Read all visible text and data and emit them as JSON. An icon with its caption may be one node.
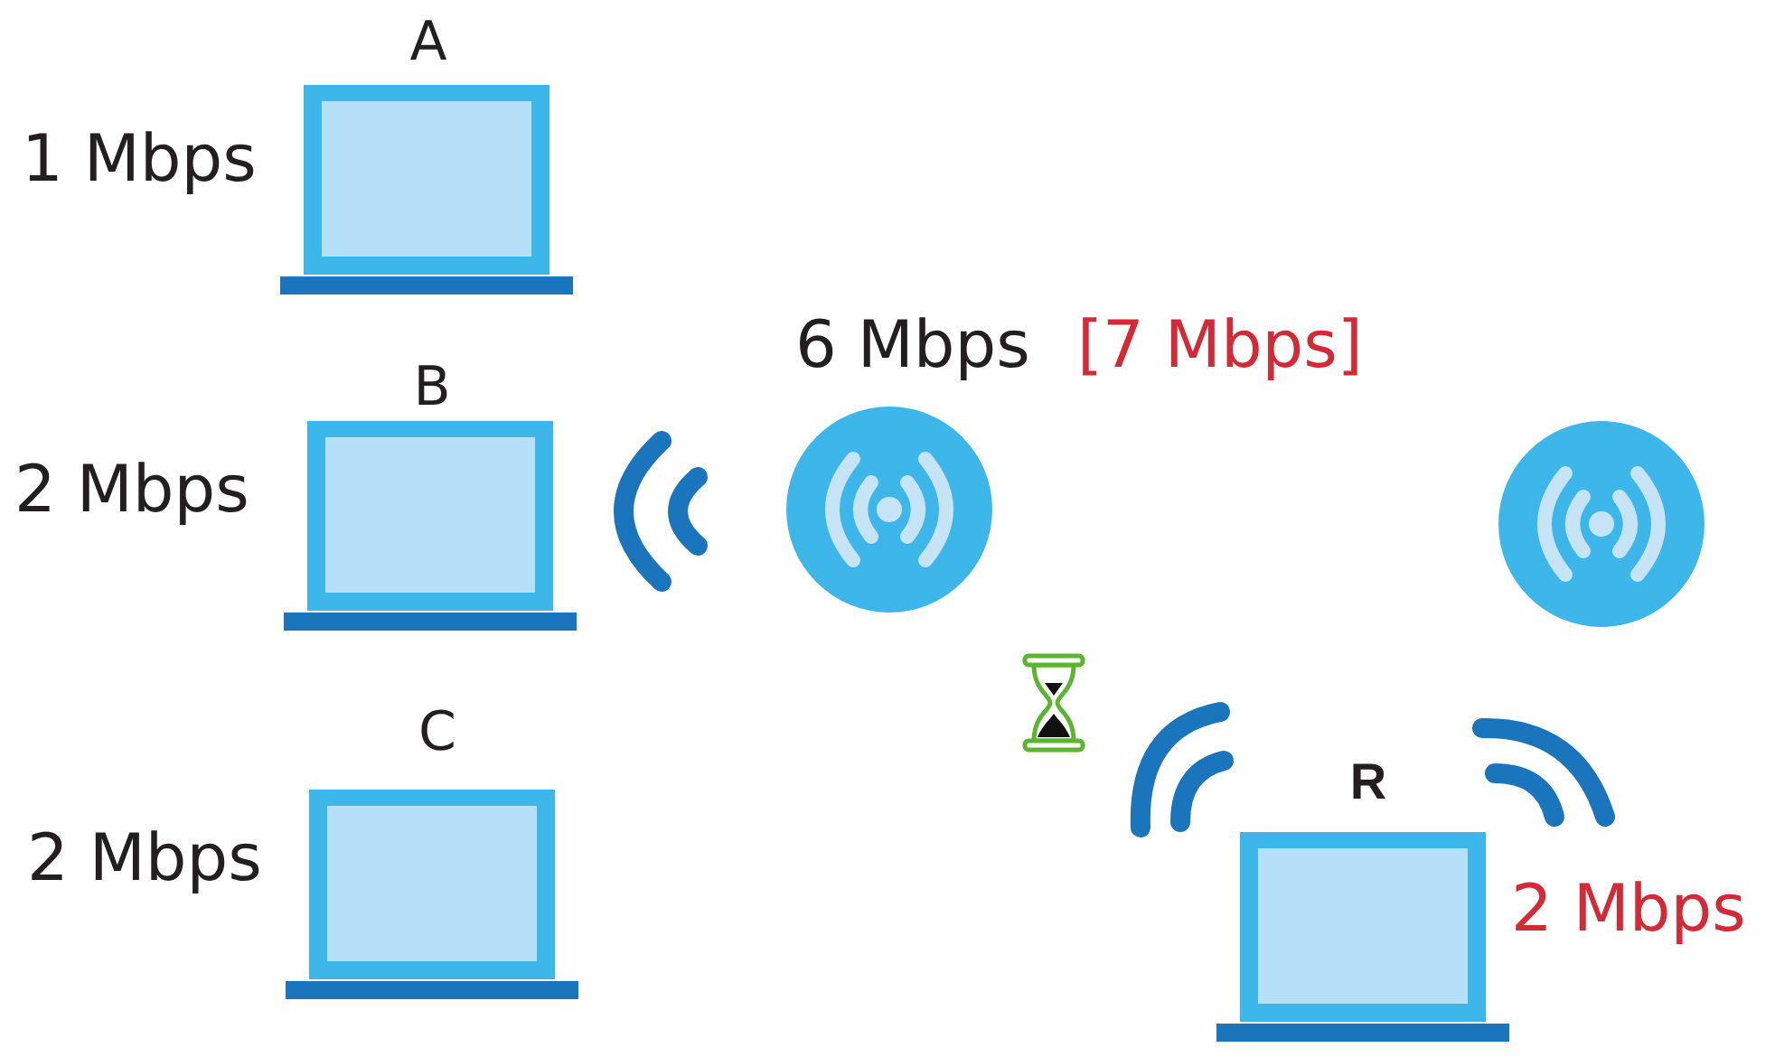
{
  "diagram": {
    "nodes": [
      {
        "text": [
          "A"
        ],
        "beside": [
          "1 Mbps"
        ]
      },
      {
        "text": [
          "B"
        ],
        "beside": [
          "2 Mbps"
        ]
      },
      {
        "text": [],
        "shape": "circle",
        "beside": [
          "6 Mbps",
          "[7 Mbps]"
        ]
      },
      {
        "text": [],
        "shape": "circle"
      },
      {
        "text": [
          "C"
        ],
        "beside": [
          "2 Mbps"
        ]
      },
      {
        "text": [
          "R"
        ],
        "beside": [
          "2 Mbps"
        ]
      }
    ]
  }
}
